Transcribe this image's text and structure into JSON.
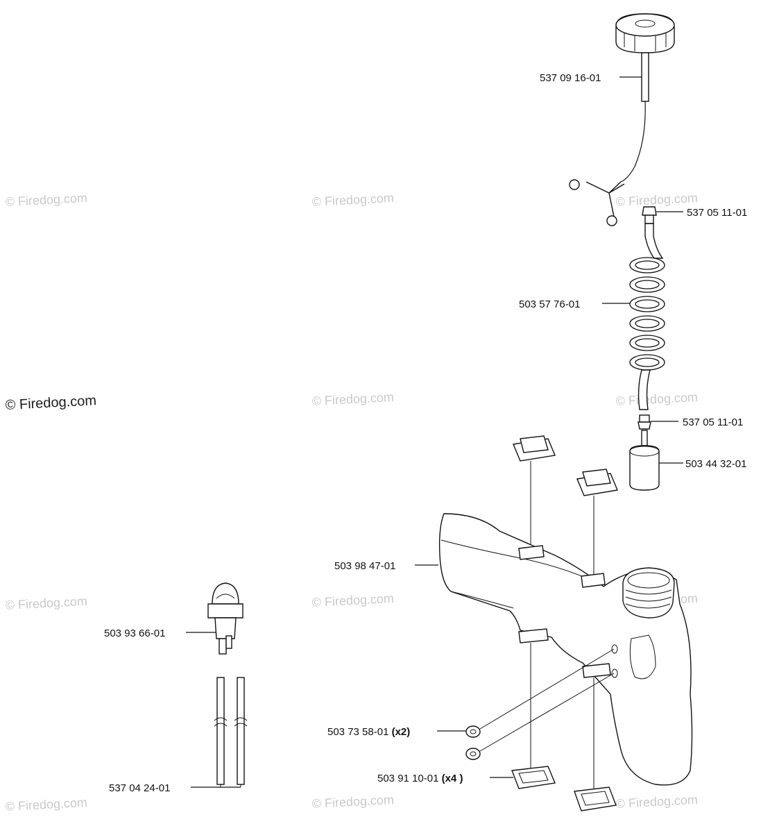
{
  "watermark": {
    "text": "© Firedog.com"
  },
  "parts": [
    {
      "id": "fuel-cap",
      "part_number": "537 09 16-01",
      "qty": ""
    },
    {
      "id": "hose-connector-top",
      "part_number": "537 05 11-01",
      "qty": ""
    },
    {
      "id": "coiled-fuel-hose",
      "part_number": "503 57 76-01",
      "qty": ""
    },
    {
      "id": "hose-connector-bottom",
      "part_number": "537 05 11-01",
      "qty": ""
    },
    {
      "id": "fuel-filter",
      "part_number": "503 44 32-01",
      "qty": ""
    },
    {
      "id": "fuel-tank",
      "part_number": "503 98 47-01",
      "qty": ""
    },
    {
      "id": "primer-bulb",
      "part_number": "503 93 66-01",
      "qty": ""
    },
    {
      "id": "fuel-lines",
      "part_number": "537 04 24-01",
      "qty": ""
    },
    {
      "id": "grommet",
      "part_number": "503 73 58-01",
      "qty": "(x2)"
    },
    {
      "id": "rubber-mount",
      "part_number": "503 91 10-01",
      "qty": "(x4 )"
    }
  ]
}
